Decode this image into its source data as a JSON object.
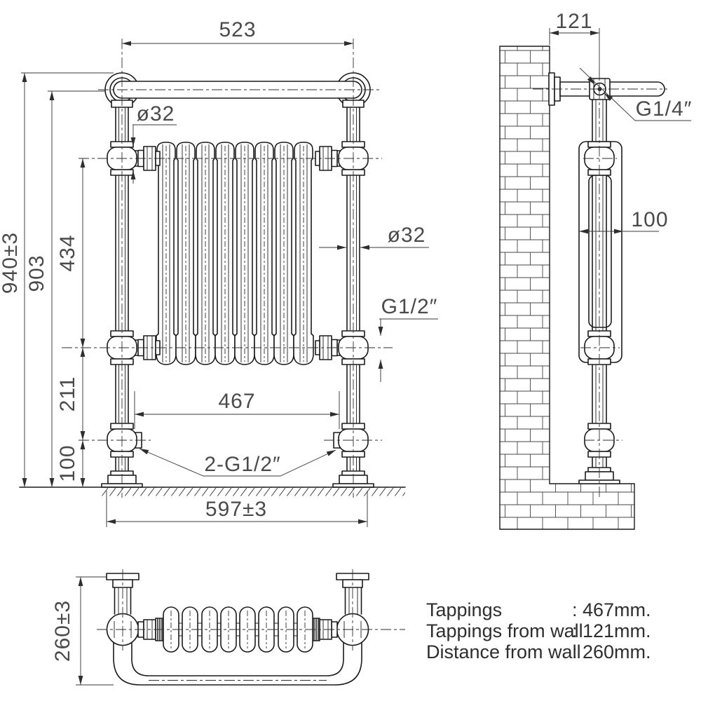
{
  "meta": {
    "background": "#ffffff",
    "line_color": "#1b1b1b",
    "dim_color": "#3a3a3a",
    "description": "Technical dimension drawing of a traditional towel radiator: front view, side view against brick wall, plan view and specification table"
  },
  "drawing": {
    "front": {
      "dim_rail_centres": "523",
      "dia_top": "ø32",
      "dim_overall_height": "940±3",
      "dim_rail_height": "903",
      "dim_tapping_spacing": "434",
      "dim_lower": "211",
      "dim_foot": "100",
      "dia_column": "ø32",
      "tapping_thread": "G1/2″",
      "dim_tapping_centres": "467",
      "bottom_tappings": "2-G1/2″",
      "dim_overall_width": "597±3"
    },
    "side": {
      "dim_wall_to_centre": "121",
      "vent_thread": "G1/4″",
      "dim_body_depth": "100"
    },
    "plan": {
      "dim_depth_overall": "260±3"
    }
  },
  "spec_table": {
    "rows": [
      {
        "label": "Tappings",
        "value": ": 467mm."
      },
      {
        "label": "Tappings from wall",
        "value": ": 121mm."
      },
      {
        "label": "Distance from wall",
        "value": ": 260mm."
      }
    ]
  }
}
